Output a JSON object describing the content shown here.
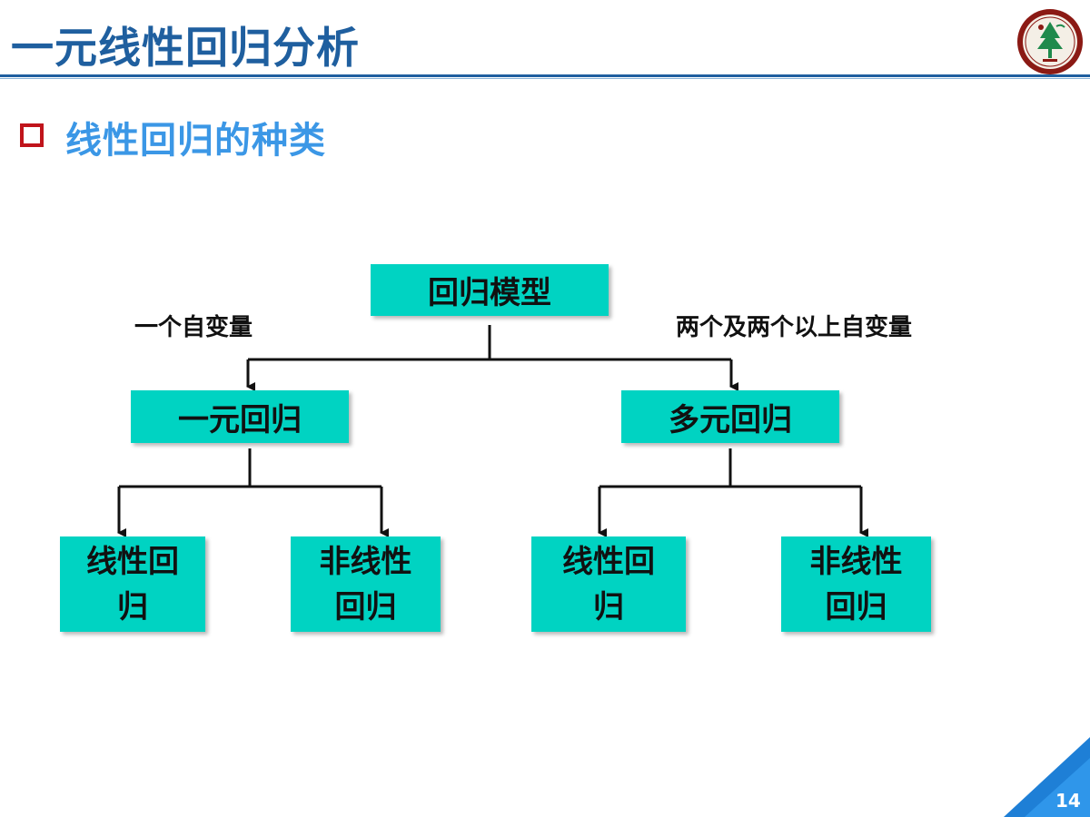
{
  "header": {
    "title": "一元线性回归分析",
    "logo_icon": "university-seal-logo"
  },
  "section": {
    "bullet_icon": "hollow-square-bullet",
    "heading": "线性回归的种类"
  },
  "diagram": {
    "root": "回归模型",
    "left_branch_label": "一个自变量",
    "right_branch_label": "两个及两个以上自变量",
    "left_node": "一元回归",
    "right_node": "多元回归",
    "leaves": [
      {
        "line1": "线性回",
        "line2": "归"
      },
      {
        "line1": "非线性",
        "line2": "回归"
      },
      {
        "line1": "线性回",
        "line2": "归"
      },
      {
        "line1": "非线性",
        "line2": "回归"
      }
    ]
  },
  "footer": {
    "page_number": "14"
  },
  "colors": {
    "title": "#1f5f9f",
    "heading": "#3b97e6",
    "bullet": "#c0141b",
    "node_fill": "#00d3c2",
    "logo": "#8b1a14"
  }
}
